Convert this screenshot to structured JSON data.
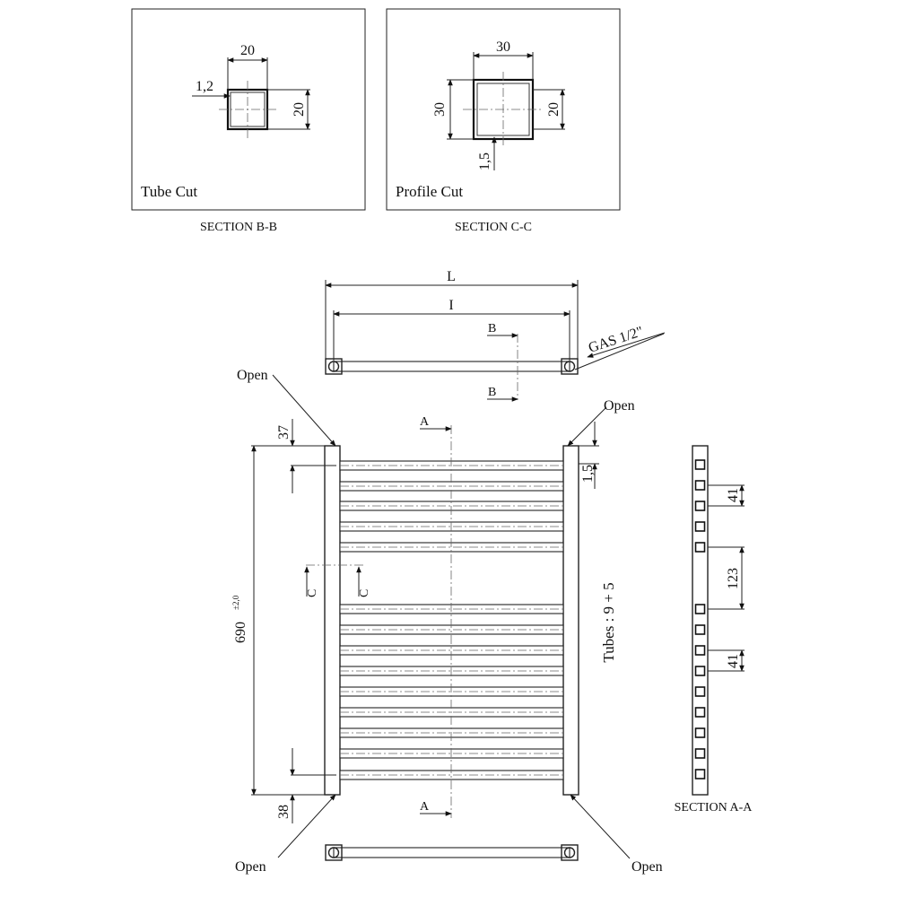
{
  "section_bb": {
    "title": "SECTION B-B",
    "label": "Tube Cut",
    "width": "20",
    "height": "20",
    "wall": "1,2"
  },
  "section_cc": {
    "title": "SECTION C-C",
    "label": "Profile Cut",
    "width": "30",
    "height": "30",
    "depth": "20",
    "wall": "1,5"
  },
  "top_view": {
    "overall_length": "L",
    "center_length": "I",
    "connection": "GAS 1/2\"",
    "cut_mark": "B"
  },
  "front_view": {
    "height": "690",
    "height_tolerance": "±2,0",
    "top_offset": "37",
    "bottom_offset": "38",
    "tube_wall": "1,5",
    "cut_mark_a": "A",
    "cut_mark_c": "C",
    "tubes": "Tubes : 9 + 5",
    "open_labels": [
      "Open",
      "Open",
      "Open",
      "Open"
    ]
  },
  "section_aa": {
    "title": "SECTION A-A",
    "pitch_top": "41",
    "gap": "123",
    "pitch_bottom": "41"
  }
}
